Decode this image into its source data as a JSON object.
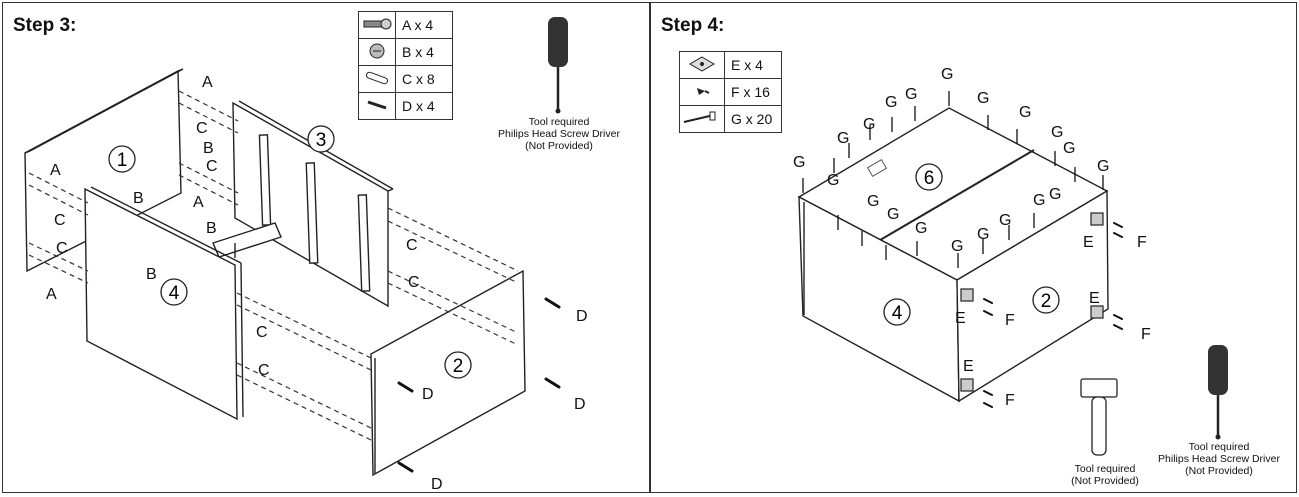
{
  "step3": {
    "title": "Step 3:",
    "parts": [
      {
        "icon": "cam-bolt-icon",
        "label": "A x 4"
      },
      {
        "icon": "cam-lock-icon",
        "label": "B x 4"
      },
      {
        "icon": "wooden-dowel-icon",
        "label": "C x 8"
      },
      {
        "icon": "screw-icon",
        "label": "D x 4"
      }
    ],
    "tool": {
      "line1": "Tool required",
      "line2": "Philips Head Screw Driver",
      "line3": "(Not Provided)"
    },
    "panel_numbers": [
      "1",
      "3",
      "4",
      "2"
    ],
    "letters": {
      "a": "A",
      "b": "B",
      "c": "C",
      "d": "D"
    }
  },
  "step4": {
    "title": "Step 4:",
    "parts": [
      {
        "icon": "corner-bracket-icon",
        "label": "E x 4"
      },
      {
        "icon": "small-screw-icon",
        "label": "F x 16"
      },
      {
        "icon": "nail-icon",
        "label": "G x 20"
      }
    ],
    "hammer_tool": {
      "line1": "Tool required",
      "line2": "(Not Provided)"
    },
    "screwdriver_tool": {
      "line1": "Tool required",
      "line2": "Philips Head Screw Driver",
      "line3": "(Not Provided)"
    },
    "panel_numbers": [
      "6",
      "4",
      "2"
    ],
    "letters": {
      "e": "E",
      "f": "F",
      "g": "G"
    }
  }
}
